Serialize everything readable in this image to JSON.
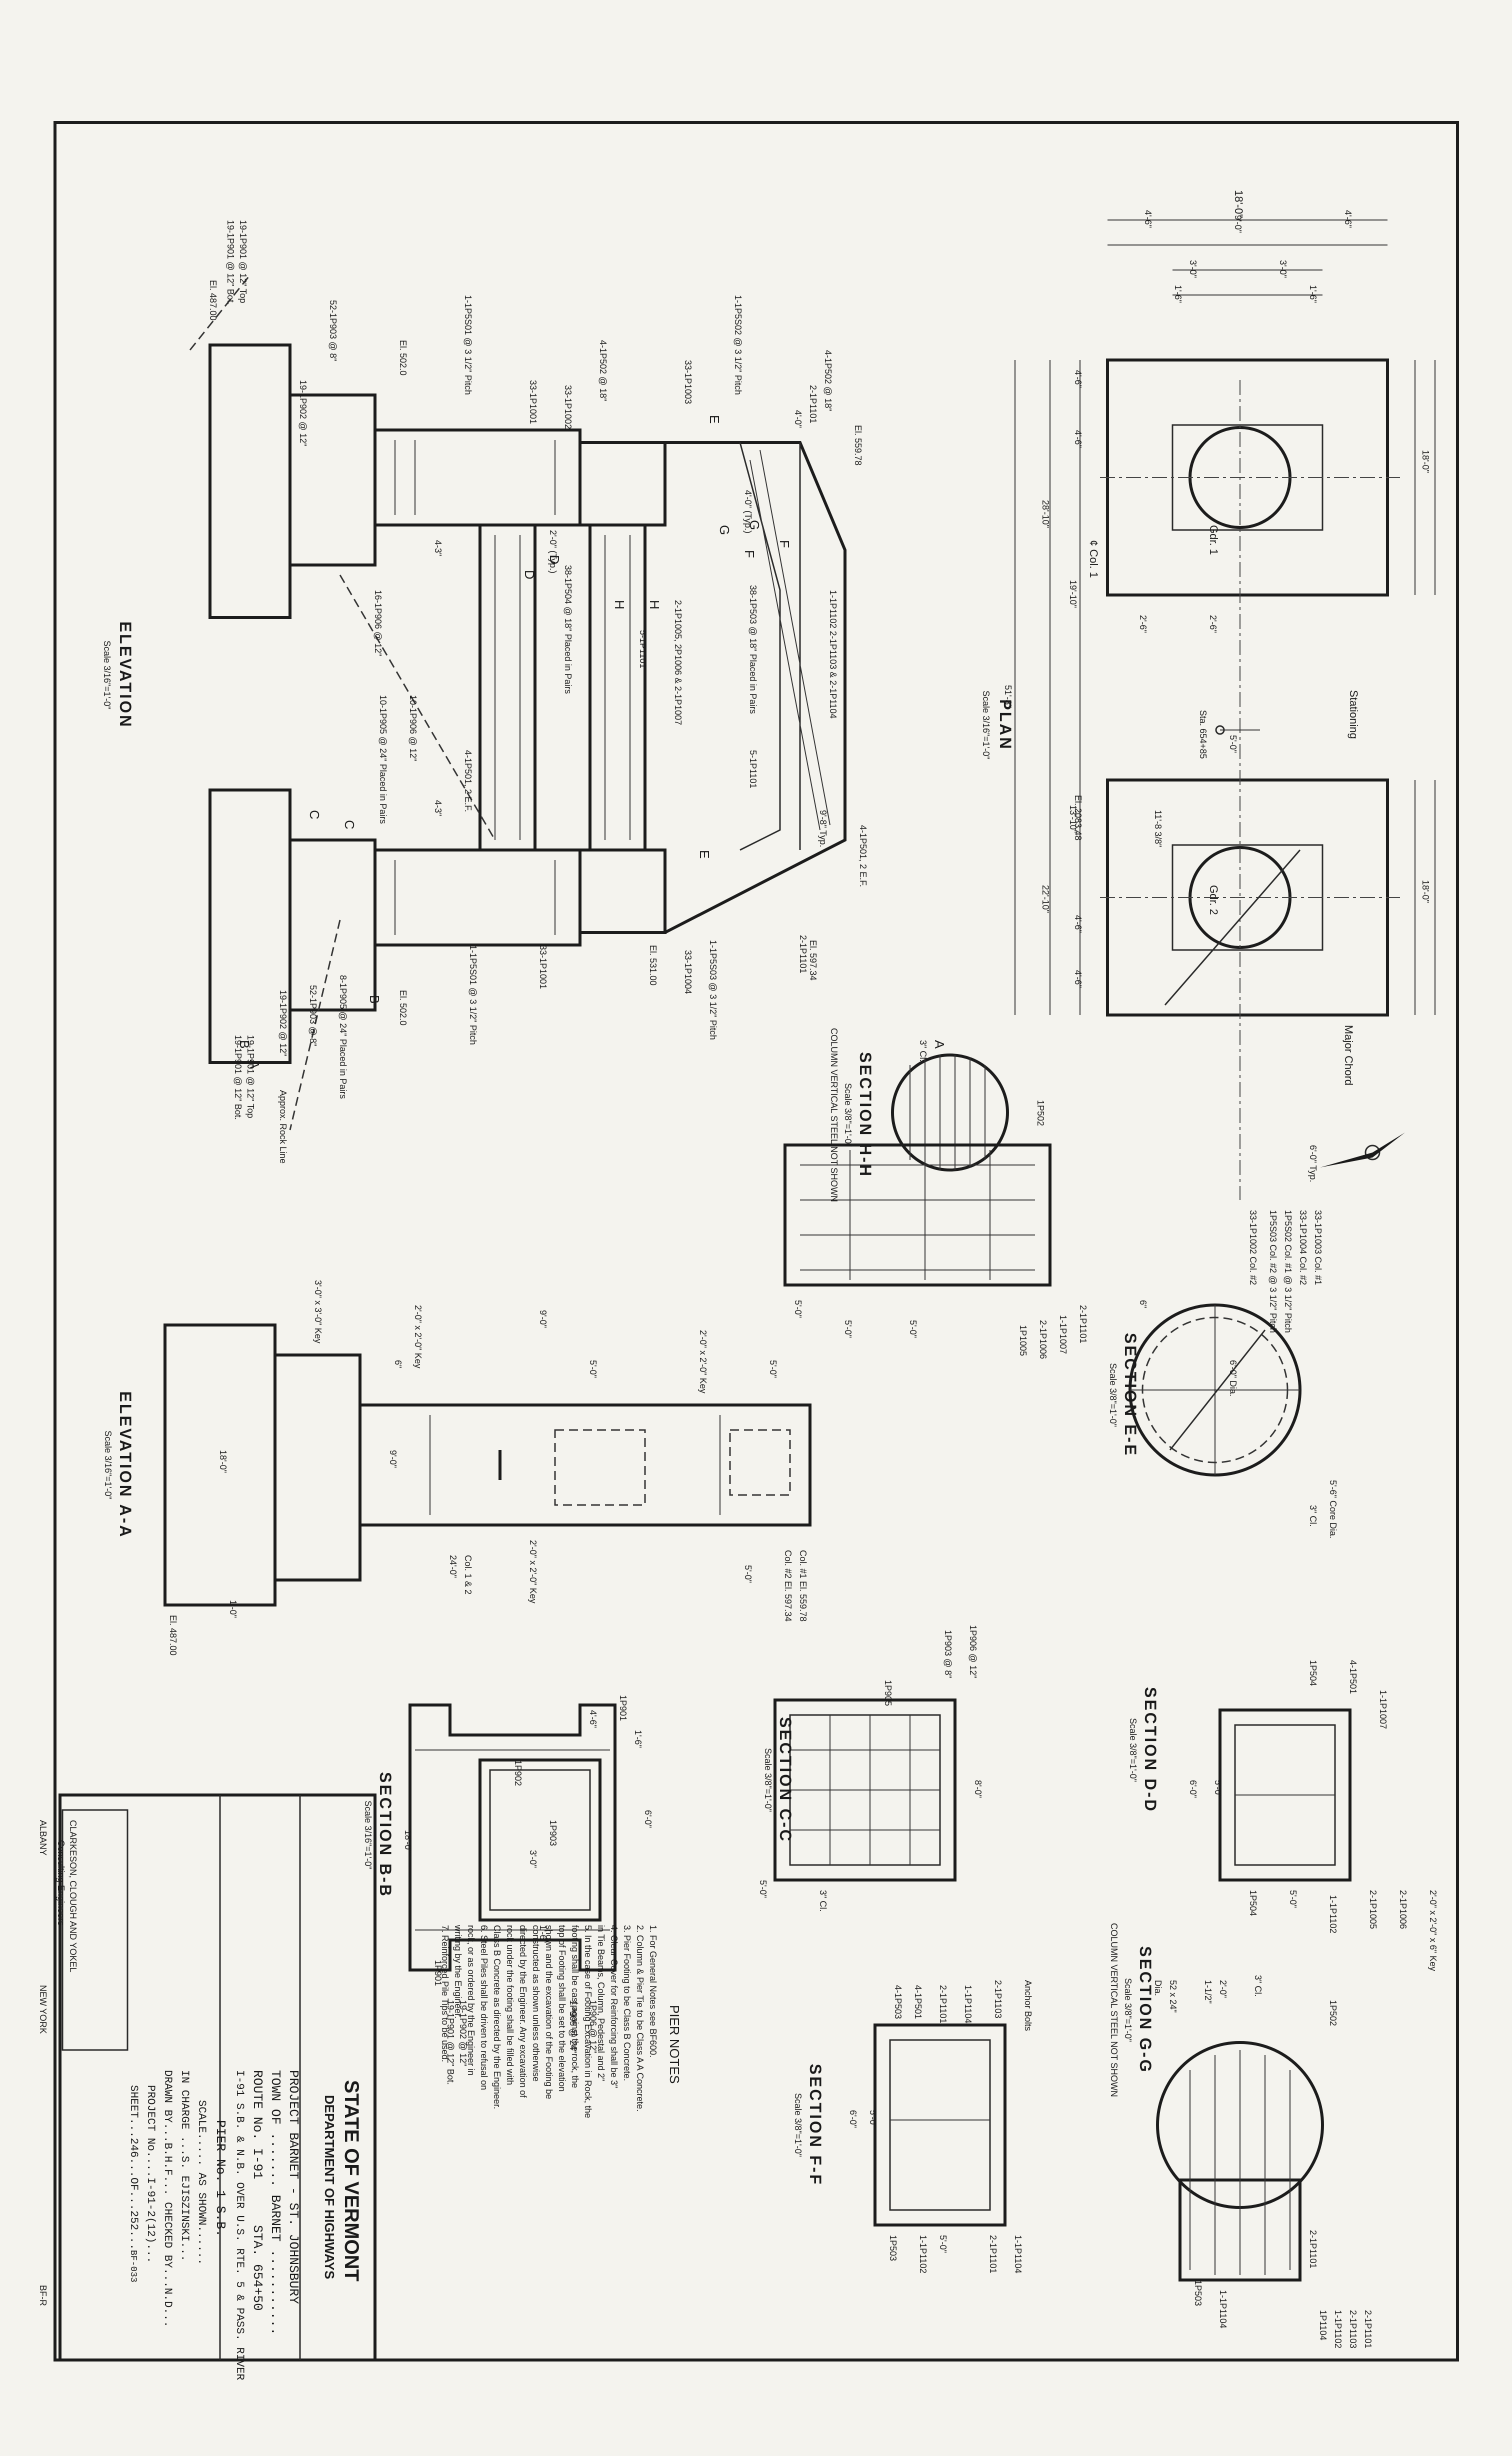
{
  "views": {
    "plan": {
      "title": "PLAN",
      "scale": "Scale 3/16\"=1'-0\"",
      "gdr1": "Gdr. 1",
      "gdr2": "Gdr. 2",
      "col_cl": "¢ Col. 1",
      "stationing": "Stationing",
      "major_chord": "Major Chord",
      "sta": "Sta. 654+85",
      "el": "El. 2083.48",
      "typ": "6'-0\" Typ.",
      "dims": [
        "18'-0\"",
        "4'-6\"",
        "9'-0\"",
        "4'-6\"",
        "3'-0\"",
        "3'-0\"",
        "1'-6\"",
        "1'-6\"",
        "4'-6\"",
        "4'-6\"",
        "18'-0\"",
        "28'-10\"",
        "19'-10\"",
        "2'-6\"",
        "2'-6\"",
        "5'-0\"",
        "51'-8\"",
        "13'-10\"",
        "22'-10\"",
        "11'-8 3/8\"",
        "4'-6\"",
        "4'-6\"",
        "18'-0\""
      ]
    },
    "elevation": {
      "title": "ELEVATION",
      "scale": "Scale 3/16\"=1'-0\"",
      "notes": [
        "El. 559.78",
        "4-1P502 @ 18\"",
        "2-1P1101",
        "1-1P5S02 @ 3 1/2\" Pitch",
        "4-1P502 @ 18\"",
        "33-1P1002",
        "33-1P1003",
        "1-1P5S01 @ 3 1/2\" Pitch",
        "33-1P1001",
        "El. 502.0",
        "52-1P903 @ 8\"",
        "19-1P902 @ 12\"",
        "19-1P901 @ 12\" Top",
        "19-1P901 @ 12\" Bot.",
        "El. 487.00",
        "1-1P1102  2-1P1103 & 2-1P1104",
        "38-1P503 @ 18\" Placed in Pairs",
        "38-1P504 @ 18\" Placed in Pairs",
        "4-1P501, 2 E.F.",
        "4-1P501, 2 E.F.",
        "2-1P1005, 2P1006 & 2-1P1007",
        "5-1P1101",
        "5-1P1101",
        "El. 597.34",
        "1-1P5S03 @ 3 1/2\" Pitch",
        "33-1P1004",
        "El. 531.00",
        "33-1P1001",
        "1-1P5S01 @ 3 1/2\" Pitch",
        "El. 502.0",
        "8-1P905 @ 24\" Placed in Pairs",
        "52-1P903 @ 8\"",
        "19-1P902 @ 12\"",
        "19-1P901 @ 12\" Top",
        "19-1P901 @ 12\" Bot.",
        "Approx. Rock Line",
        "9'-8\" Typ.",
        "2-1P1101",
        "10-1P905 @ 24\" Placed in Pairs",
        "10-1P906 @ 12\"",
        "16-1P906 @ 12\"",
        "4-3\"",
        "4-3\"",
        "E",
        "E",
        "F",
        "F",
        "G",
        "G",
        "H",
        "H",
        "D",
        "D",
        "C",
        "C",
        "B",
        "B",
        "A",
        "A",
        "4'-0\"",
        "4'-0\" (Typ.)",
        "2'-0\" (Typ.)"
      ]
    },
    "section_hh": {
      "title": "SECTION H-H",
      "scale": "Scale 3/8\"=1'-0\"",
      "subtitle": "COLUMN VERTICAL STEEL NOT SHOWN",
      "notes": [
        "1P502",
        "2-1P1101",
        "1-1P1007",
        "2-1P1006",
        "1P1005",
        "5'-0\"",
        "5'-0\"",
        "3\" Cl."
      ]
    },
    "section_ee": {
      "title": "SECTION E-E",
      "scale": "Scale 3/8\"=1'-0\"",
      "notes": [
        "33-1P1003 Col. #1",
        "33-1P1004 Col. #2",
        "1P5S03 Col. #2 @ 3 1/2\" Pitch",
        "1P5S02 Col. #1 @ 3 1/2\" Pitch",
        "33-1P1002 Col. #2",
        "6'-0\" Dia.",
        "5'-6\" Core Dia.",
        "3\" Cl.",
        "6\""
      ]
    },
    "elev_aa": {
      "title": "ELEVATION A-A",
      "scale": "Scale 3/16\"=1'-0\"",
      "notes": [
        "3'-0\" x 3'-0\" Key",
        "2'-0\" x 2'-0\" Key",
        "2'-0\" x 2'-0\" Key",
        "2'-0\" x 2'-0\" Key",
        "18'-0\"",
        "9'-0\"",
        "5'-0\"",
        "5'-0\"",
        "24'-0\"",
        "Col. 1 & 2",
        "El. 487.00",
        "Col. #1 El. 559.78",
        "Col. #2 El. 597.34",
        "5'-0\"",
        "5'-0\"",
        "1'-0\"",
        "6\"",
        "9'-0\""
      ]
    },
    "section_bb": {
      "title": "SECTION B-B",
      "scale": "Scale 3/16\"=1'-0\"",
      "notes": [
        "1P901",
        "1P903",
        "1P901",
        "1P902",
        "18'-0\"",
        "6'-0\"",
        "4'-6\"",
        "1'-6\"",
        "1'-6\"",
        "3'-0\"",
        "19-1P902 @ 12\"",
        "19-1P901 @ 12\" Bot.",
        "1P905 @ 24\"",
        "1P906 @ 12\""
      ]
    },
    "section_cc": {
      "title": "SECTION C-C",
      "scale": "Scale 3/8\"=1'-0\"",
      "notes": [
        "1P903 @ 8\"",
        "1P906 @ 12\"",
        "1P905",
        "8'-0\"",
        "5'-0\"",
        "3\" Cl."
      ]
    },
    "section_dd": {
      "title": "SECTION D-D",
      "scale": "Scale 3/8\"=1'-0\"",
      "notes": [
        "1-1P1007",
        "4-1P501",
        "1P504",
        "6'-0\"",
        "5'-0\"",
        "5'-0\"",
        "1P504",
        "1-1P1102",
        "2-1P1005",
        "2-1P1006",
        "2'-0\" x 2'-0\" x 6\" Key"
      ]
    },
    "section_gg": {
      "title": "SECTION G-G",
      "scale": "Scale 3/8\"=1'-0\"",
      "subtitle": "COLUMN VERTICAL STEEL NOT SHOWN",
      "notes": [
        "2'-0\"",
        "1-1/2\"",
        "52 x 24\"",
        "Dia.",
        "3\" Cl.",
        "1P502",
        "2-1P1101",
        "1P503",
        "1-1P1104",
        "2-1P1103",
        "1-1P1102",
        "1P1104",
        "2-1P1101",
        "2-1P1103",
        "Anchor Bolts"
      ]
    },
    "section_ff": {
      "title": "SECTION F-F",
      "scale": "Scale 3/8\"=1'-0\"",
      "notes": [
        "2-1P1101",
        "1-1P1104",
        "4-1P501",
        "4-1P503",
        "1P503",
        "6'-0\"",
        "5'-0\"",
        "5'-0\"",
        "1-1P1102",
        "1-1P1104",
        "2-1P1101"
      ]
    }
  },
  "pier_notes": {
    "title": "PIER NOTES",
    "items": [
      "1. For General Notes see BF600.",
      "2. Column & Pier Tie to be Class A A Concrete.",
      "3. Pier Footing to be Class B Concrete.",
      "4. Clear Cover for Reinforcing shall be 3\"",
      "   in Tie Beams, Column, Pedestal and 2\"",
      "5. In the case of Footing Excavation in Rock, the",
      "   footing shall be cast against the rock, the",
      "   top of Footing shall be set to the elevation",
      "   shown and the excavation of the Footing be",
      "   constructed as shown unless otherwise",
      "   directed by the Engineer. Any excavation of",
      "   rock under the footing shall be filled with",
      "   Class B Concrete as directed by the Engineer.",
      "6. Steel Piles shall be driven to refusal on",
      "   rock, or as ordered by the Engineer in",
      "   writing by the Engineer.",
      "7. Reinforced Pile Tips to be used."
    ]
  },
  "consultant": {
    "line1": "CLARKESON, CLOUGH AND YOKEL",
    "line2": "Consulting Engineers",
    "city1": "ALBANY",
    "city2": "NEW YORK"
  },
  "title_block": {
    "state": "STATE OF VERMONT",
    "dept": "DEPARTMENT OF HIGHWAYS",
    "project": "PROJECT   BARNET - ST. JOHNSBURY",
    "town": "TOWN OF ....... BARNET ...........",
    "route": "ROUTE No.   I-91",
    "sta": "STA. 654+50",
    "description": "I-91 S.B. & N.B. OVER U.S. RTE. 5 & PASS. RIVER",
    "drawing": "PIER No. 1  S.B.",
    "scale": "SCALE..... AS SHOWN......",
    "in_charge": "IN CHARGE ...S. EJISZINSKI...",
    "drawn": "DRAWN BY...B.H.F... CHECKED BY...N.D...",
    "project_no": "PROJECT No....I-91-2(12)...",
    "sheet": "SHEET...246...OF...252...",
    "bf": "BF-033",
    "corner": "BF-R"
  },
  "colors": {
    "ink": "#1a1a1a",
    "paper": "#f4f3ee"
  }
}
